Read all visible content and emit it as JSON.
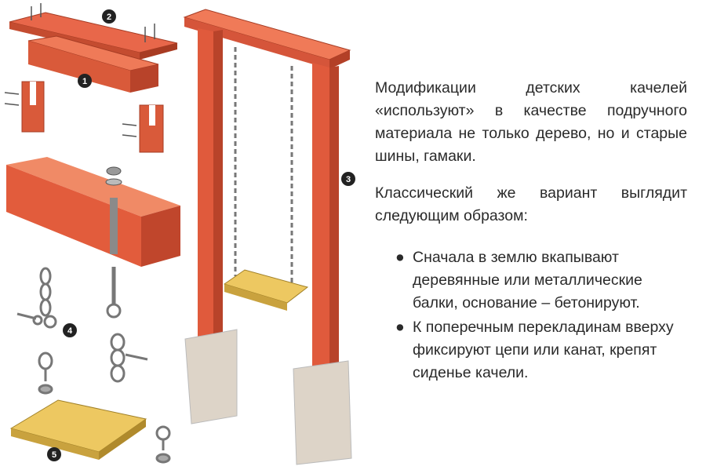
{
  "figure": {
    "part_numbers": [
      "1",
      "2",
      "3",
      "4",
      "5"
    ]
  },
  "text": {
    "paragraphs": [
      "Модификации детских качелей «используют» в качестве подручного материала не только дерево, но и старые шины, гамаки.",
      "Классический же вариант выглядит следующим образом:"
    ],
    "bullets": [
      "Сначала в землю вкапывают деревянные или металлические балки, основание – бетонируют.",
      "К поперечным перекладинам вверху фиксируют цепи или канат, крепят сиденье качели."
    ]
  },
  "colors": {
    "wood": "#e06040",
    "wood_dark": "#b8432a",
    "seat": "#e8c35a",
    "concrete": "#ddd4c8",
    "metal": "#8a8a8a",
    "text": "#2a2a2a"
  }
}
